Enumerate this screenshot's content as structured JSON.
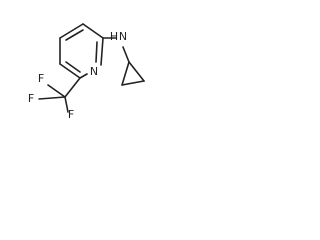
{
  "molecule": {
    "atoms": {
      "ring_n": "N",
      "amine_n": "N",
      "amine_h": "H",
      "f_top": "F",
      "f_left": "F",
      "f_bottom": "F"
    }
  }
}
